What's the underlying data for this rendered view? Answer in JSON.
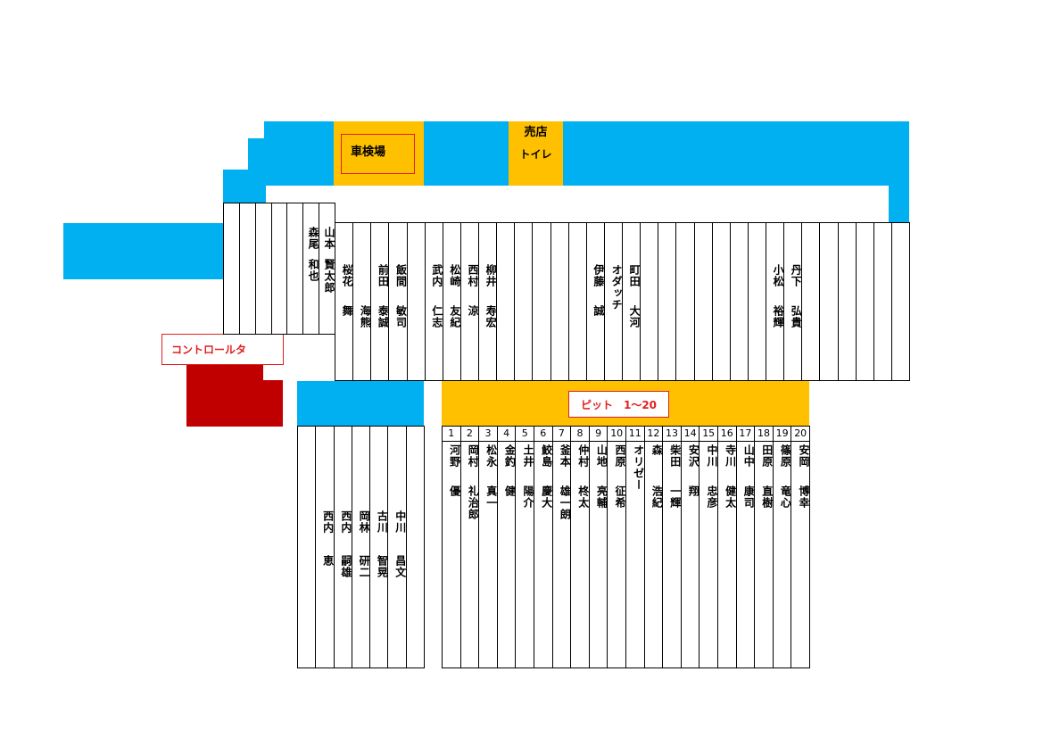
{
  "labels": {
    "inspection": "車検場",
    "shop": "売店",
    "toilet": "トイレ",
    "controller": "コントロールタ",
    "pit": "ピット　1～20"
  },
  "colors": {
    "area": "#00b0f0",
    "facility": "#ffc000",
    "control": "#c00000",
    "label": "#e02020"
  },
  "left_stack": [
    {
      "upper": "",
      "lower": ""
    },
    {
      "upper": "",
      "lower": ""
    },
    {
      "upper": "",
      "lower": ""
    },
    {
      "upper": "",
      "lower": ""
    },
    {
      "upper": "",
      "lower": ""
    },
    {
      "upper": "森尾",
      "lower": "和也"
    },
    {
      "upper": "山本",
      "lower": "賢太郎"
    }
  ],
  "upper_row": [
    {
      "upper": "桜花",
      "lower": "舞"
    },
    {
      "upper": "",
      "lower": "海熊"
    },
    {
      "upper": "前田",
      "lower": "泰誠"
    },
    {
      "upper": "飯間",
      "lower": "敏司"
    },
    {
      "upper": "",
      "lower": ""
    },
    {
      "upper": "武内",
      "lower": "仁志"
    },
    {
      "upper": "松崎",
      "lower": "友紀"
    },
    {
      "upper": "西村",
      "lower": "涼"
    },
    {
      "upper": "柳井",
      "lower": "寿宏"
    },
    {
      "upper": "",
      "lower": ""
    },
    {
      "upper": "",
      "lower": ""
    },
    {
      "upper": "",
      "lower": ""
    },
    {
      "upper": "",
      "lower": ""
    },
    {
      "upper": "",
      "lower": ""
    },
    {
      "upper": "伊藤",
      "lower": "誠"
    },
    {
      "upper": "オダッチ",
      "lower": ""
    },
    {
      "upper": "町田",
      "lower": "大河"
    },
    {
      "upper": "",
      "lower": ""
    },
    {
      "upper": "",
      "lower": ""
    },
    {
      "upper": "",
      "lower": ""
    },
    {
      "upper": "",
      "lower": ""
    },
    {
      "upper": "",
      "lower": ""
    },
    {
      "upper": "",
      "lower": ""
    },
    {
      "upper": "",
      "lower": ""
    },
    {
      "upper": "小松",
      "lower": "裕輝"
    },
    {
      "upper": "丹下",
      "lower": "弘貴"
    },
    {
      "upper": "",
      "lower": ""
    },
    {
      "upper": "",
      "lower": ""
    },
    {
      "upper": "",
      "lower": ""
    },
    {
      "upper": "",
      "lower": ""
    },
    {
      "upper": "",
      "lower": ""
    },
    {
      "upper": "",
      "lower": ""
    }
  ],
  "lower_left": [
    {
      "upper": "",
      "lower": ""
    },
    {
      "upper": "西内",
      "lower": "恵"
    },
    {
      "upper": "西内",
      "lower": "嗣雄"
    },
    {
      "upper": "岡林",
      "lower": "研二"
    },
    {
      "upper": "古川",
      "lower": "智晃"
    },
    {
      "upper": "中川",
      "lower": "昌文"
    },
    {
      "upper": "",
      "lower": ""
    }
  ],
  "pits": [
    {
      "no": "1",
      "upper": "河野",
      "lower": "優"
    },
    {
      "no": "2",
      "upper": "岡村",
      "lower": "礼治郎"
    },
    {
      "no": "3",
      "upper": "松永",
      "lower": "真一"
    },
    {
      "no": "4",
      "upper": "金釣",
      "lower": "健"
    },
    {
      "no": "5",
      "upper": "土井",
      "lower": "陽介"
    },
    {
      "no": "6",
      "upper": "鮫島",
      "lower": "慶大"
    },
    {
      "no": "7",
      "upper": "釜本",
      "lower": "雄一朗"
    },
    {
      "no": "8",
      "upper": "仲村",
      "lower": "柊太"
    },
    {
      "no": "9",
      "upper": "山地",
      "lower": "亮輔"
    },
    {
      "no": "10",
      "upper": "西原",
      "lower": "征希"
    },
    {
      "no": "11",
      "upper": "オリゼー",
      "lower": ""
    },
    {
      "no": "12",
      "upper": "森",
      "lower": "浩紀"
    },
    {
      "no": "13",
      "upper": "柴田",
      "lower": "一輝"
    },
    {
      "no": "14",
      "upper": "安沢",
      "lower": "翔"
    },
    {
      "no": "15",
      "upper": "中川",
      "lower": "忠彦"
    },
    {
      "no": "16",
      "upper": "寺川",
      "lower": "健太"
    },
    {
      "no": "17",
      "upper": "山中",
      "lower": "康司"
    },
    {
      "no": "18",
      "upper": "田原",
      "lower": "直樹"
    },
    {
      "no": "19",
      "upper": "篠原",
      "lower": "竜心"
    },
    {
      "no": "20",
      "upper": "安岡",
      "lower": "博幸"
    }
  ]
}
